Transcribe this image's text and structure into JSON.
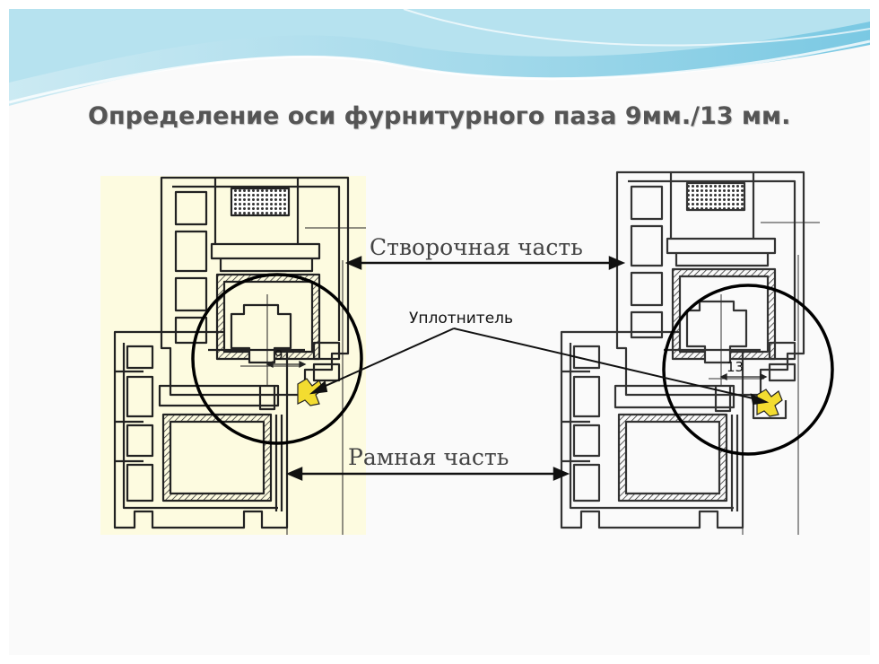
{
  "slide": {
    "title": "Определение оси фурнитурного паза 9мм./13 мм."
  },
  "diagram": {
    "sash_label": "Створочная часть",
    "frame_label": "Рамная часть",
    "seal_label": "Уплотнитель",
    "left_dimension": "9",
    "right_dimension": "13"
  },
  "colors": {
    "left_panel_bg": "#fdfbe0",
    "seal": "#f3dc30",
    "wave": "#8ed1e6",
    "line": "#222222"
  }
}
